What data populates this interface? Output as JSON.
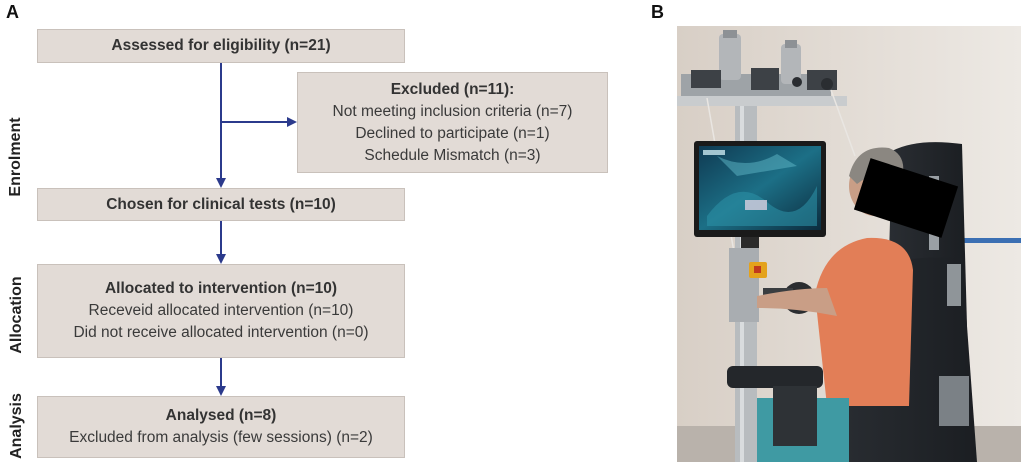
{
  "panels": {
    "a": "A",
    "b": "B"
  },
  "stages": {
    "enrolment": "Enrolment",
    "allocation": "Allocation",
    "analysis": "Analysis"
  },
  "flow": {
    "assessed": "Assessed for eligibility (n=21)",
    "excluded": {
      "title": "Excluded (n=11):",
      "lines": [
        "Not meeting inclusion criteria (n=7)",
        "Declined to participate (n=1)",
        "Schedule Mismatch (n=3)"
      ]
    },
    "chosen": "Chosen for clinical tests (n=10)",
    "allocated": {
      "title": "Allocated to intervention (n=10)",
      "lines": [
        "Receveid allocated intervention (n=10)",
        "Did not receive allocated intervention (n=0)"
      ]
    },
    "analysed": {
      "title": "Analysed (n=8)",
      "lines": [
        "Excluded from analysis (few sessions) (n=2)"
      ]
    }
  },
  "colors": {
    "box_fill": "#e2dbd6",
    "arrow": "#2b3a8c"
  }
}
